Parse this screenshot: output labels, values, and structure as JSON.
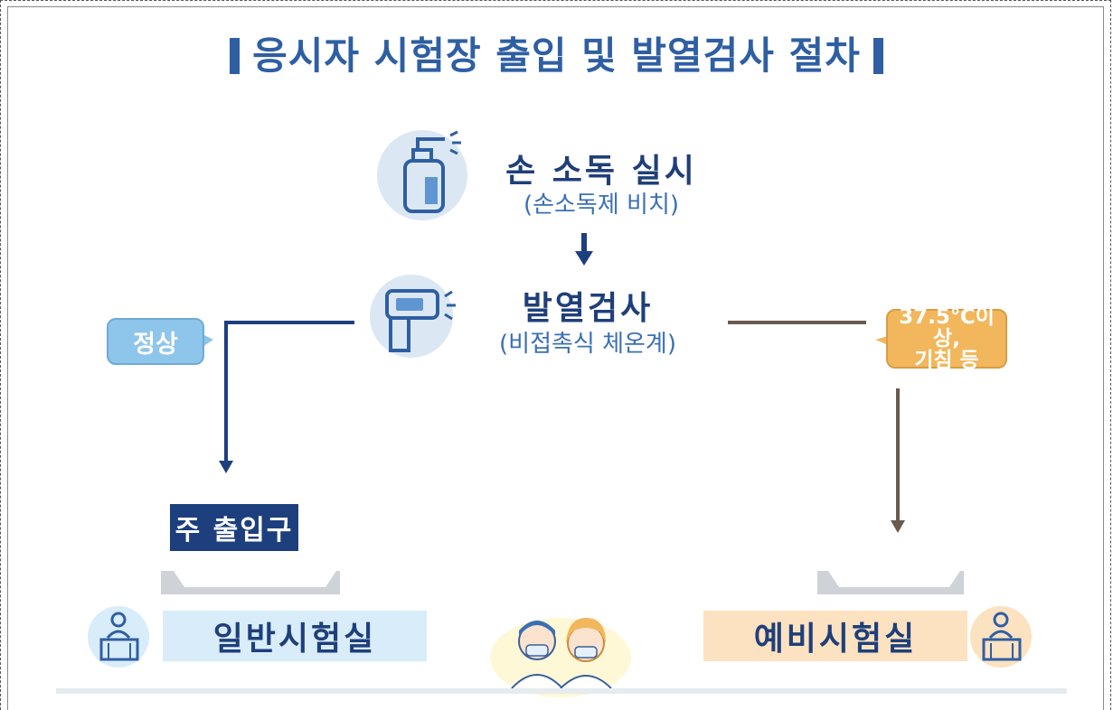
{
  "title": "응시자 시험장 출입 및 발열검사 절차",
  "steps": {
    "sanitize": {
      "title": "손 소독 실시",
      "sub": "(손소독제 비치)",
      "icon": "hand-sanitizer-icon"
    },
    "fever_check": {
      "title": "발열검사",
      "sub": "(비접촉식 체온계)",
      "icon": "thermometer-icon"
    }
  },
  "branches": {
    "normal": {
      "label": "정상"
    },
    "abnormal": {
      "label_line1": "37.5℃이상,",
      "label_line2": "기침 등"
    }
  },
  "entrance": {
    "label": "주 출입구"
  },
  "rooms": {
    "general": {
      "label": "일반시험실",
      "icon": "desk-person-icon"
    },
    "spare": {
      "label": "예비시험실",
      "icon": "desk-person-icon"
    }
  },
  "colors": {
    "title_blue": "#2f5fa3",
    "navy": "#1d3f7d",
    "brown_line": "#6b5a50",
    "light_blue": "#d9ecfa",
    "light_orange": "#fce2c0",
    "orange": "#f2b75c"
  }
}
